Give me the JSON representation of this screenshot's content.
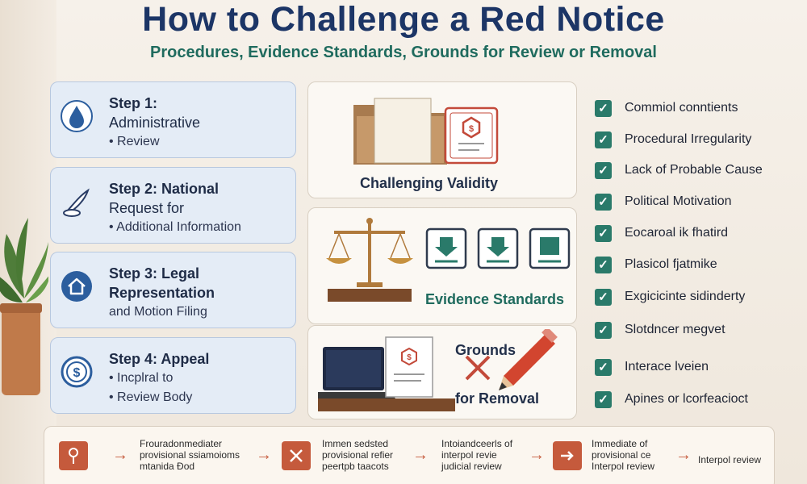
{
  "header": {
    "title": "How to Challenge a Red Notice",
    "subtitle": "Procedures, Evidence Standards, Grounds for Review or Removal"
  },
  "steps": [
    {
      "icon": "water-drop-icon",
      "line1": "Step 1:",
      "line2": "Administrative",
      "line3": "Review"
    },
    {
      "icon": "quill-pen-icon",
      "line1": "Step 2: National",
      "line2": "Request for",
      "line3": "Additional Information"
    },
    {
      "icon": "home-icon",
      "line1": "Step 3: Legal",
      "line2": "Representation",
      "line3": "and Motion Filing"
    },
    {
      "icon": "dollar-coin-icon",
      "line1": "Step 4: Appeal",
      "line2": "Incplral to",
      "line3": "Review Body"
    }
  ],
  "panels": {
    "validity": {
      "label": "Challenging Validity"
    },
    "evidence": {
      "label": "Evidence Standards"
    },
    "removal": {
      "label_line1": "Grounds",
      "label_line2": "for Removal"
    }
  },
  "checklist": [
    "Commiol conntients",
    "Procedural Irregularity",
    "Lack of Probable Cause",
    "Political Motivation",
    "Eocaroal ik fhatird",
    "Plasicol fjatmike",
    "Exgicicinte sidinderty",
    "Slotdncer megvet",
    "Interace lveien",
    "Apines or lcorfeacioct"
  ],
  "flow": [
    {
      "line1": "Frouradonmediater",
      "line2": "provisional ssiamoioms",
      "line3": "mtanida Ðod"
    },
    {
      "line1": "Immen sedsted",
      "line2": "provisional refier",
      "line3": "peertpb taacots"
    },
    {
      "line1": "Intoiandceerls of",
      "line2": "interpol revie",
      "line3": "judicial review"
    },
    {
      "line1": "Immediate of",
      "line2": "provisional ce",
      "line3": "Interpol review"
    },
    {
      "line1": "Interpol review"
    }
  ],
  "colors": {
    "title": "#1c3566",
    "subtitle": "#1f6b5e",
    "check": "#2a7a6a",
    "accent_red": "#c55a3c",
    "step_bg": "#e4ecf6"
  }
}
